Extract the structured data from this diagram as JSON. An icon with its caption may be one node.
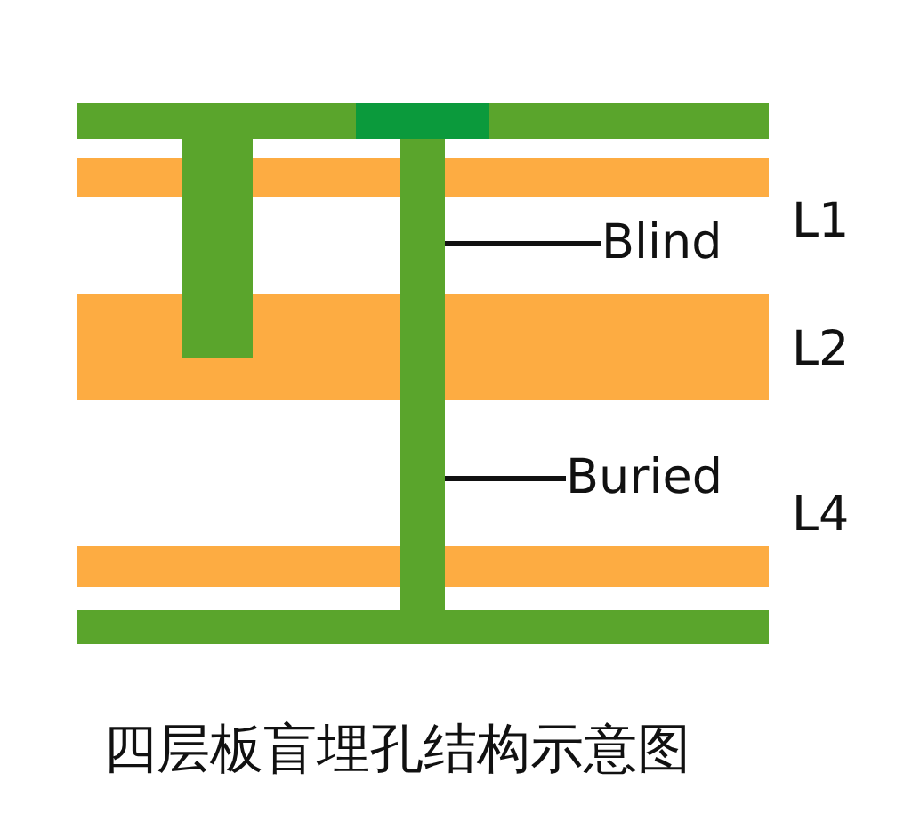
{
  "diagram": {
    "caption": "四层板盲埋孔结构示意图",
    "nodes": [
      {
        "text": [],
        "shape": "bar"
      },
      {
        "text": [
          "Blind"
        ]
      },
      {
        "text": [
          "Buried"
        ]
      }
    ],
    "edges": [
      {
        "from": 1,
        "to": 0,
        "arrow": "none"
      },
      {
        "from": 2,
        "to": 0,
        "arrow": "none"
      }
    ],
    "labels": [
      "L1",
      "L2",
      "L4"
    ]
  }
}
